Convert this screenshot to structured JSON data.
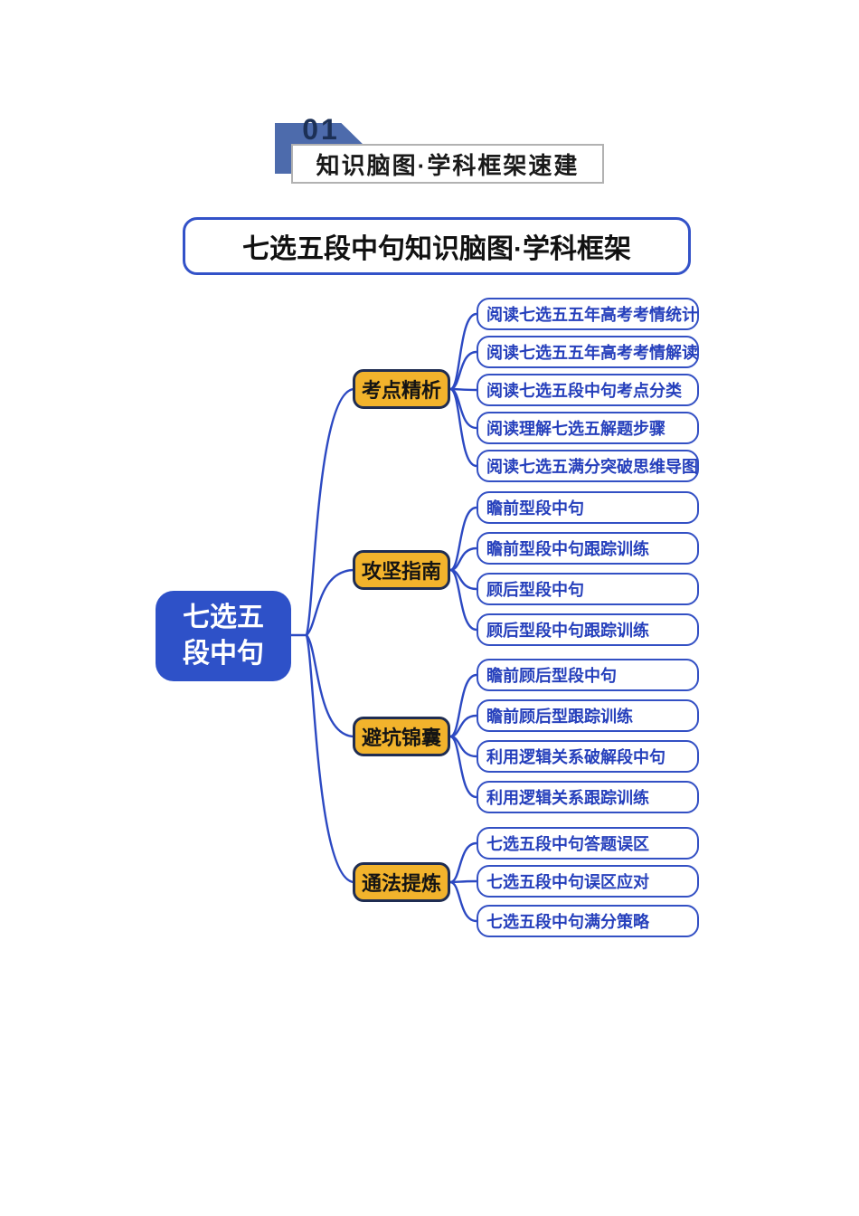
{
  "header": {
    "section_number": "01",
    "section_title": "知识脑图·学科框架速建"
  },
  "diagram_title": "七选五段中句知识脑图·学科框架",
  "mindmap": {
    "root": "七选五\n段中句",
    "branches": [
      {
        "label": "考点精析",
        "children": [
          "阅读七选五五年高考考情统计",
          "阅读七选五五年高考考情解读",
          "阅读七选五段中句考点分类",
          "阅读理解七选五解题步骤",
          "阅读七选五满分突破思维导图"
        ]
      },
      {
        "label": "攻坚指南",
        "children": [
          "瞻前型段中句",
          "瞻前型段中句跟踪训练",
          "顾后型段中句",
          "顾后型段中句跟踪训练"
        ]
      },
      {
        "label": "避坑锦囊",
        "children": [
          "瞻前顾后型段中句",
          "瞻前顾后型跟踪训练",
          "利用逻辑关系破解段中句",
          "利用逻辑关系跟踪训练"
        ]
      },
      {
        "label": "通法提炼",
        "children": [
          "七选五段中句答题误区",
          "七选五段中句误区应对",
          "七选五段中句满分策略"
        ]
      }
    ]
  },
  "colors": {
    "root_blue": "#2e51c8",
    "line_blue": "#2c49c2",
    "leaf_border_blue": "#3350c4",
    "leaf_text_blue": "#2640bc",
    "branch_yellow": "#f2b32c",
    "branch_border_navy": "#1f2d52",
    "banner_blue": "#4d6bac",
    "section_number_navy": "#1c3056"
  }
}
